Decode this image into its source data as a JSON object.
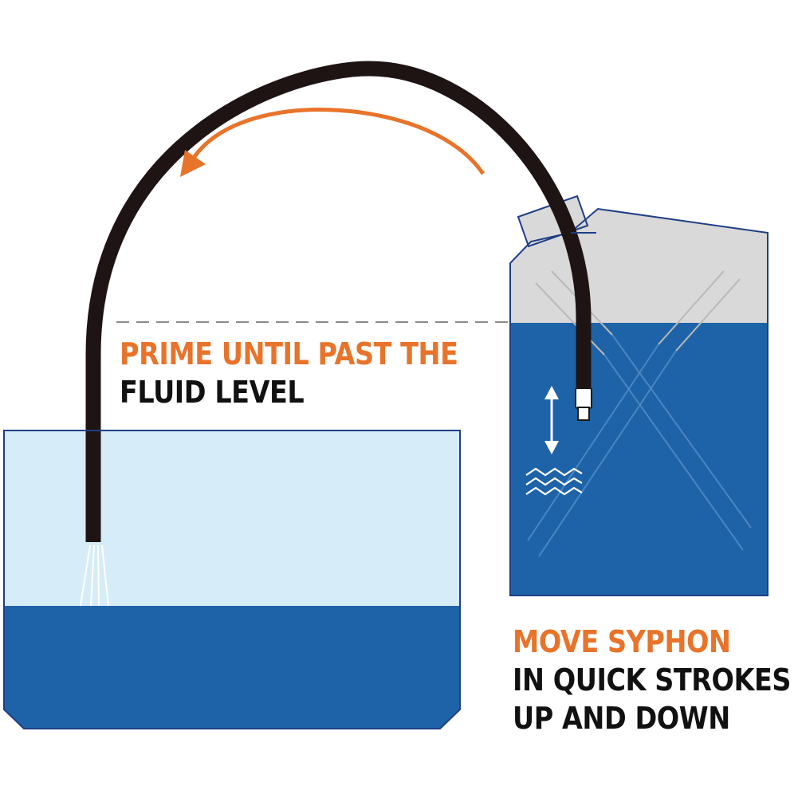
{
  "colors": {
    "accent_orange": "#e8732a",
    "text_black": "#111111",
    "fluid_dark": "#1e63a7",
    "fluid_light": "#d6ecf8",
    "container_outline": "#1f3f86",
    "jerrycan_gray": "#d9d9d9",
    "hose": "#1f1414"
  },
  "icons": {
    "direction_arrow": "curved-arrow-left-icon",
    "stroke_arrow": "double-arrow-vertical-icon",
    "fluid_waves": "wave-lines-icon"
  },
  "labels": {
    "prime": {
      "highlight": "PRIME UNTIL PAST THE",
      "rest": "FLUID LEVEL"
    },
    "move": {
      "highlight": "MOVE SYPHON",
      "line2": "IN QUICK STROKES",
      "line3": "UP AND DOWN"
    }
  }
}
